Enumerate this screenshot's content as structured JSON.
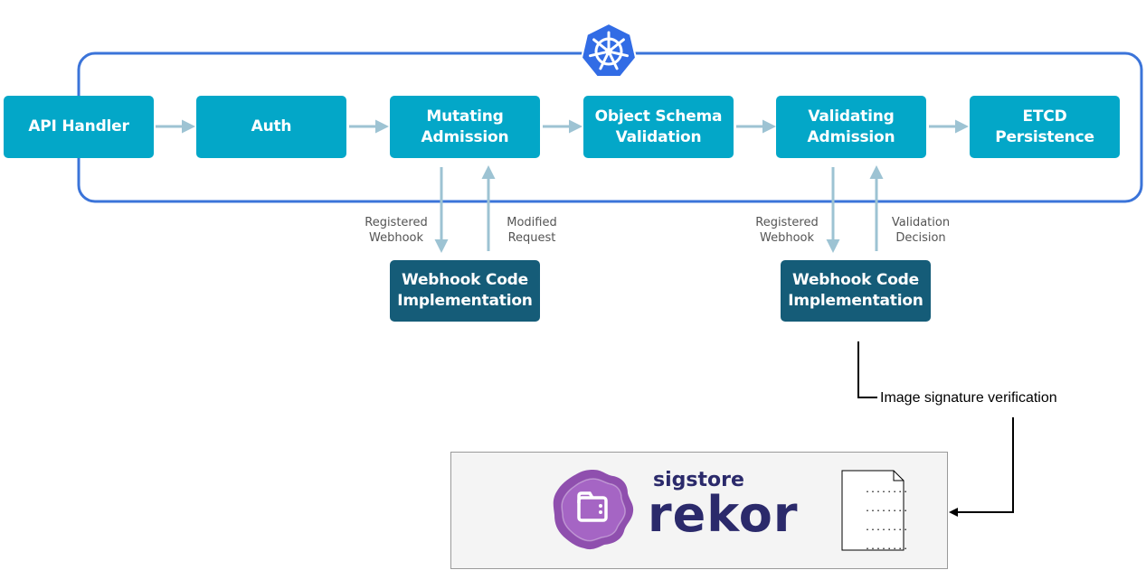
{
  "stages": [
    {
      "id": "api-handler",
      "lines": [
        "API Handler"
      ]
    },
    {
      "id": "auth",
      "lines": [
        "Auth"
      ]
    },
    {
      "id": "mutating-admission",
      "lines": [
        "Mutating",
        "Admission"
      ]
    },
    {
      "id": "object-schema-validation",
      "lines": [
        "Object Schema",
        "Validation"
      ]
    },
    {
      "id": "validating-admission",
      "lines": [
        "Validating",
        "Admission"
      ]
    },
    {
      "id": "etcd-persistence",
      "lines": [
        "ETCD",
        "Persistence"
      ]
    }
  ],
  "webhooks": {
    "mutating": {
      "lines": [
        "Webhook Code",
        "Implementation"
      ]
    },
    "validating": {
      "lines": [
        "Webhook Code",
        "Implementation"
      ]
    }
  },
  "arrow_labels": {
    "mutating_registered": [
      "Registered",
      "Webhook"
    ],
    "mutating_modified": [
      "Modified",
      "Request"
    ],
    "validating_registered": [
      "Registered",
      "Webhook"
    ],
    "validating_decision": [
      "Validation",
      "Decision"
    ]
  },
  "signature_label": "Image signature verification",
  "rekor": {
    "brand_small": "sigstore",
    "brand_large": "rekor",
    "document_lines": [
      "........",
      "........",
      "........",
      "........"
    ]
  },
  "colors": {
    "stage_fill": "#03a7c8",
    "webhook_fill": "#155c78",
    "cluster_outline": "#3b74d9",
    "arrow": "#9dc3d3",
    "kubernetes_logo": "#326ce5",
    "rekor_logo": "#8f4fae",
    "rekor_text": "#2b2a6b"
  },
  "icons": {
    "cluster": "kubernetes-helm-icon",
    "rekor": "rekor-seal-icon",
    "document": "document-icon"
  }
}
